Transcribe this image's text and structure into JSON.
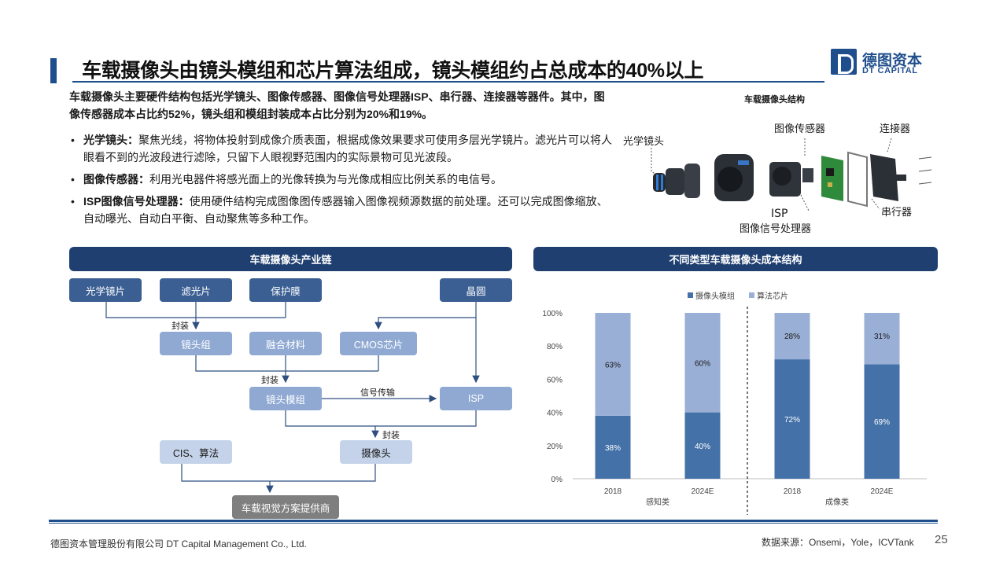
{
  "header": {
    "title": "车载摄像头由镜头模组和芯片算法组成，镜头模组约占总成本的40%以上",
    "logo_cn": "德图资本",
    "logo_en": "DT CAPITAL"
  },
  "intro": "车载摄像头主要硬件结构包括光学镜头、图像传感器、图像信号处理器ISP、串行器、连接器等器件。其中，图像传感器成本占比约52%，镜头组和模组封装成本占比分别为20%和19%。",
  "bullets": [
    {
      "marker": "•",
      "term": "光学镜头：",
      "text": "聚焦光线，将物体投射到成像介质表面，根据成像效果要求可使用多层光学镜片。滤光片可以将人眼看不到的光波段进行滤除，只留下人眼视野范围内的实际景物可见光波段。"
    },
    {
      "marker": "•",
      "term": "图像传感器：",
      "text": "利用光电器件将感光面上的光像转换为与光像成相应比例关系的电信号。"
    },
    {
      "marker": "•",
      "term": "ISP图像信号处理器：",
      "text": "使用硬件结构完成图像图传感器输入图像视频源数据的前处理。还可以完成图像缩放、自动曝光、自动白平衡、自动聚焦等多种工作。"
    }
  ],
  "camera_figure": {
    "caption": "车载摄像头结构",
    "labels": {
      "lens": "光学镜头",
      "sensor": "图像传感器",
      "connector": "连接器",
      "isp": "ISP",
      "isp_full": "图像信号处理器",
      "serializer": "串行器"
    }
  },
  "flow_panel": {
    "header": "车载摄像头产业链",
    "nodes": {
      "optical_lens": "光学镜片",
      "filter": "滤光片",
      "protective_film": "保护膜",
      "wafer": "晶圆",
      "lens_group": "镜头组",
      "fusion_material": "融合材料",
      "cmos_chip": "CMOS芯片",
      "lens_module": "镜头模组",
      "isp": "ISP",
      "cis_algorithm": "CIS、算法",
      "camera": "摄像头",
      "vision_provider": "车载视觉方案提供商"
    },
    "edge_labels": {
      "package1": "封装",
      "package2": "封装",
      "package3": "封装",
      "signal": "信号传输"
    }
  },
  "chart_panel": {
    "header": "不同类型车载摄像头成本结构"
  },
  "chart_data": {
    "type": "bar",
    "stacked": true,
    "percent": true,
    "categories": [
      "2018",
      "2024E",
      "2018",
      "2024E"
    ],
    "groups": [
      {
        "label": "感知类",
        "categories": [
          "2018",
          "2024E"
        ]
      },
      {
        "label": "成像类",
        "categories": [
          "2018",
          "2024E"
        ]
      }
    ],
    "series": [
      {
        "name": "摄像头模组",
        "values": [
          38,
          40,
          72,
          69
        ],
        "labels": [
          "38%",
          "40%",
          "72%",
          "69%"
        ],
        "color": "#4472a8"
      },
      {
        "name": "算法芯片",
        "values": [
          63,
          60,
          28,
          31
        ],
        "labels": [
          "63%",
          "60%",
          "28%",
          "31%"
        ],
        "color": "#9aafd6"
      }
    ],
    "yticks": [
      "0%",
      "20%",
      "40%",
      "60%",
      "80%",
      "100%"
    ],
    "ylim": [
      0,
      100
    ],
    "legend_position": "top",
    "grid": false
  },
  "footer": {
    "company": "德图资本管理股份有限公司 DT Capital Management Co., Ltd.",
    "source": "数据来源：Onsemi，Yole，ICVTank",
    "page": "25"
  }
}
